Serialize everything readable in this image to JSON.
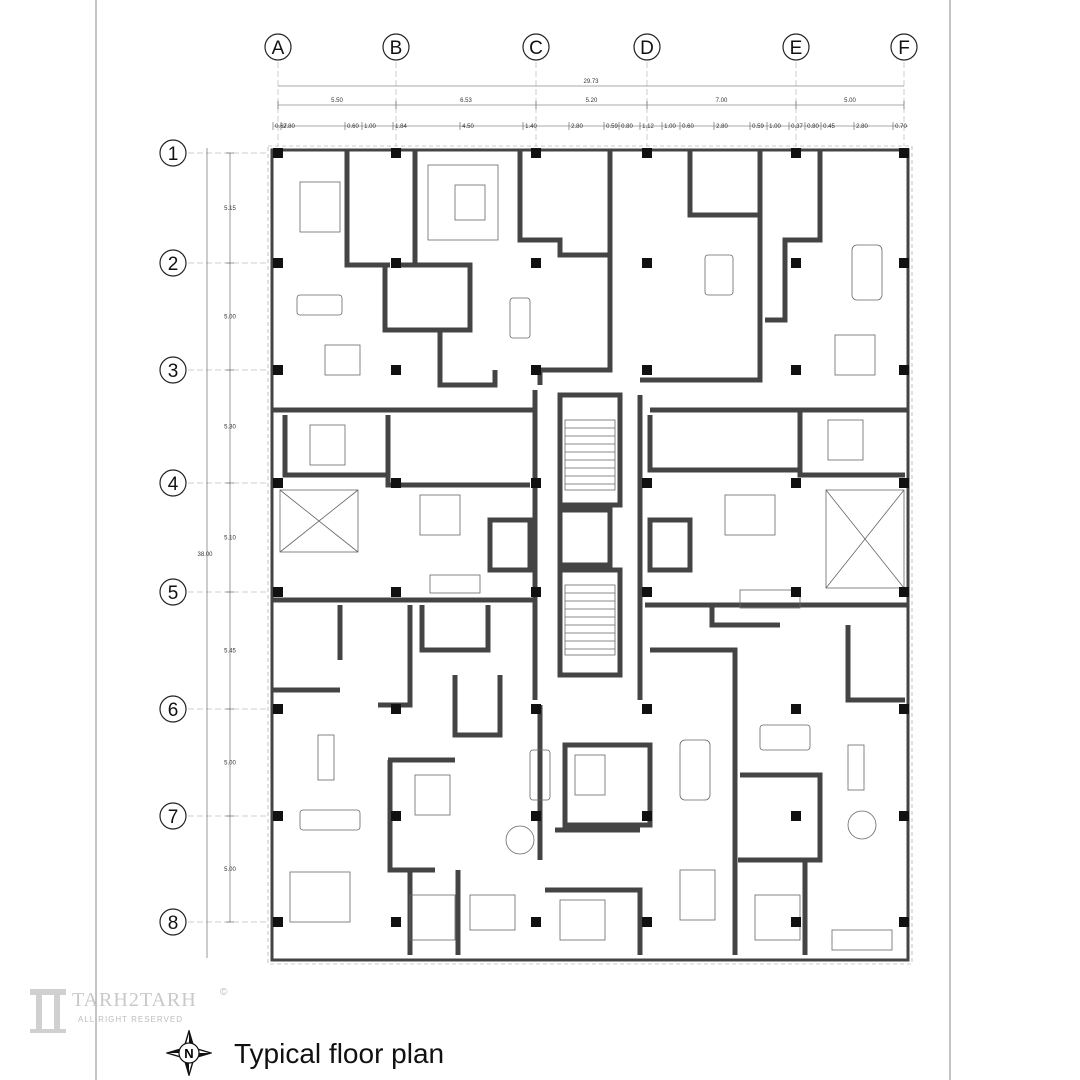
{
  "title": "Typical floor plan",
  "watermark": {
    "name": "TARH2TARH",
    "sub": "ALL RIGHT RESERVED",
    "symbol": "©"
  },
  "compass": {
    "label": "N"
  },
  "grid_columns": [
    "A",
    "B",
    "C",
    "D",
    "E",
    "F"
  ],
  "grid_rows": [
    "1",
    "2",
    "3",
    "4",
    "5",
    "6",
    "7",
    "8"
  ],
  "dims": {
    "overall": "29.73",
    "bays": [
      "5.50",
      "6.53",
      "5.20",
      "7.00",
      "5.00"
    ],
    "detail": [
      "0.67",
      "2.80",
      "0.60",
      "1.00",
      "1.84",
      "4.50",
      "1.40",
      "2.80",
      "0.59",
      "0.80",
      "1.12",
      "1.00",
      "0.60",
      "2.80",
      "0.59",
      "1.00",
      "0.37",
      "0.80",
      "0.45",
      "2.80",
      "0.70"
    ],
    "rows": [
      "5.15",
      "5.00",
      "5.30",
      "5.10",
      "5.45",
      "5.00",
      "5.00"
    ],
    "overall_side": "38.00"
  },
  "colors": {
    "wall": "#444444",
    "column": "#111111",
    "furniture": "#666666"
  }
}
